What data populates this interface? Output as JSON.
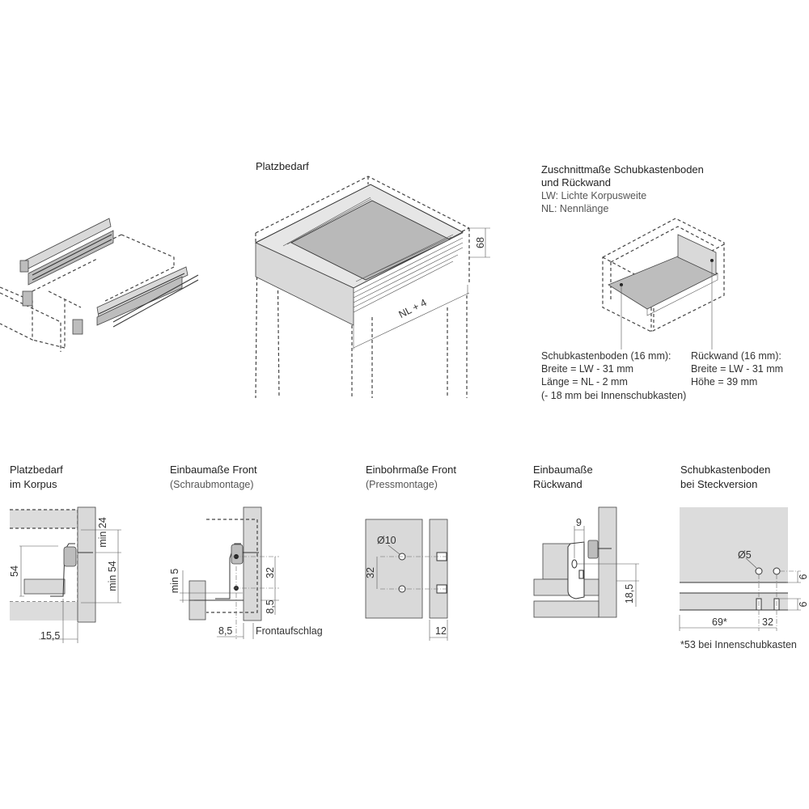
{
  "top_center": {
    "title": "Platzbedarf",
    "dim_height": "68",
    "dim_length": "NL + 4"
  },
  "top_right": {
    "heading_lines": [
      "Zuschnittmaße Schubkastenboden",
      "und Rückwand",
      "LW: Lichte Korpusweite",
      "NL: Nennlänge"
    ],
    "bottom_panel": [
      "Schubkastenboden (16 mm):",
      "Breite = LW - 31 mm",
      "Länge = NL - 2 mm",
      "(- 18 mm bei Innenschubkasten)"
    ],
    "back_panel": [
      "Rückwand (16 mm):",
      "Breite = LW - 31 mm",
      "Höhe = 39 mm"
    ]
  },
  "panels": [
    {
      "title": [
        "Platzbedarf",
        "im Korpus"
      ],
      "dims": [
        "54",
        "min 24",
        "min 54",
        "15,5"
      ]
    },
    {
      "title": [
        "Einbaumaße Front",
        "(Schraubmontage)"
      ],
      "dims": [
        "min 5",
        "32",
        "8,5",
        "8,5",
        "Frontaufschlag"
      ]
    },
    {
      "title": [
        "Einbohrmaße Front",
        "(Pressmontage)"
      ],
      "dims": [
        "Ø10",
        "32",
        "12"
      ]
    },
    {
      "title": [
        "Einbaumaße",
        "Rückwand"
      ],
      "dims": [
        "9",
        "18,5"
      ]
    },
    {
      "title": [
        "Schubkastenboden",
        "bei Steckversion"
      ],
      "dims": [
        "Ø5",
        "9",
        "9",
        "69*",
        "32"
      ],
      "footnote": "*53 bei Innenschubkasten"
    }
  ]
}
